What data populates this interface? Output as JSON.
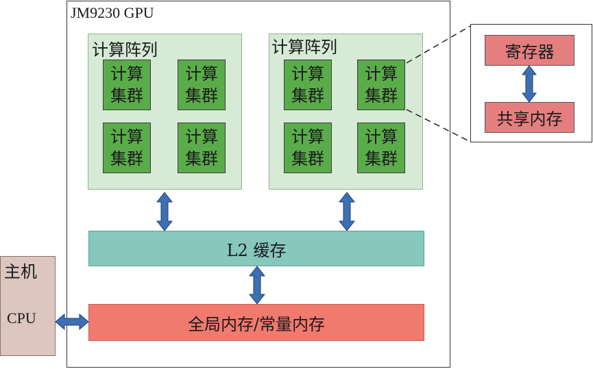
{
  "gpu": {
    "title": "JM9230 GPU"
  },
  "arrays": [
    {
      "title": "计算阵列",
      "clusters": [
        "计算集群",
        "计算集群",
        "计算集群",
        "计算集群"
      ]
    },
    {
      "title": "计算阵列",
      "clusters": [
        "计算集群",
        "计算集群",
        "计算集群",
        "计算集群"
      ]
    }
  ],
  "l2_cache": {
    "label": "L2 缓存"
  },
  "global_memory": {
    "label": "全局内存/常量内存"
  },
  "host": {
    "label": "主机",
    "cpu": "CPU"
  },
  "detail": {
    "register": "寄存器",
    "shared_memory": "共享内存"
  },
  "colors": {
    "array_bg": "#d6ead6",
    "cluster": "#5aac4a",
    "l2": "#86c7be",
    "global": "#f07a6e",
    "host": "#dcc6bf",
    "detail_box": "#e57f7f",
    "arrow": "#3d6fb3"
  }
}
